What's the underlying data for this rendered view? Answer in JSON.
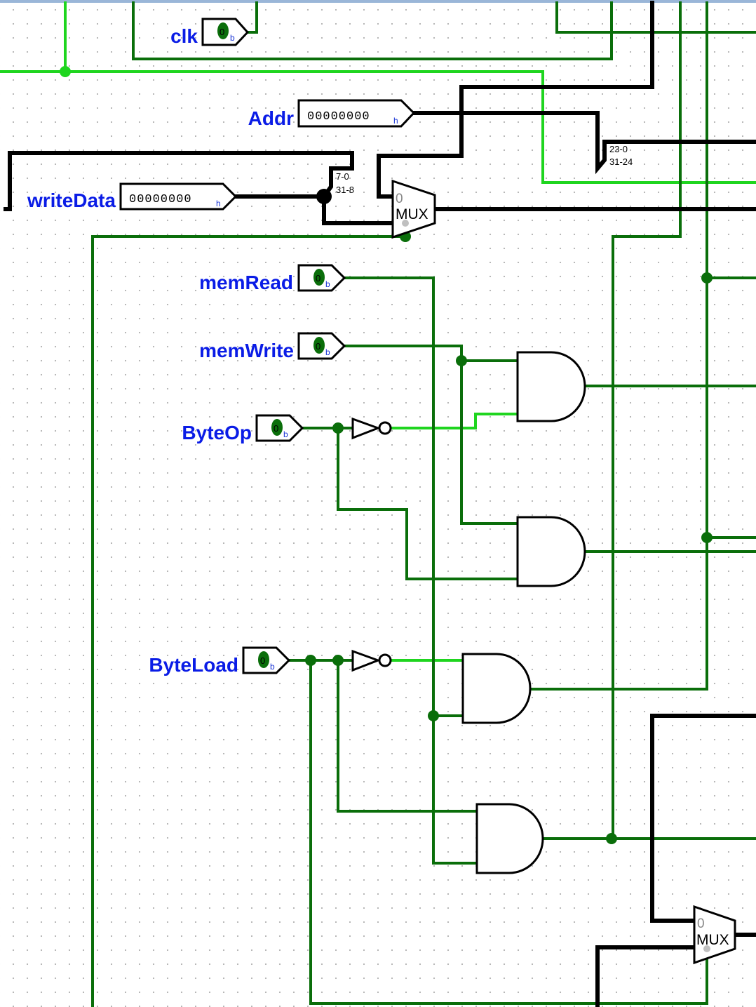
{
  "inputs": {
    "clk": {
      "label": "clk",
      "value": "0",
      "radix": "b"
    },
    "addr": {
      "label": "Addr",
      "value": "00000000",
      "radix": "h"
    },
    "write_data": {
      "label": "writeData",
      "value": "00000000",
      "radix": "h"
    },
    "mem_read": {
      "label": "memRead",
      "value": "0",
      "radix": "b"
    },
    "mem_write": {
      "label": "memWrite",
      "value": "0",
      "radix": "b"
    },
    "byte_op": {
      "label": "ByteOp",
      "value": "0",
      "radix": "b"
    },
    "byte_load": {
      "label": "ByteLoad",
      "value": "0",
      "radix": "b"
    }
  },
  "splitters": {
    "write_data": {
      "low": "7-0",
      "high": "31-8"
    },
    "addr": {
      "low": "23-0",
      "high": "31-24"
    }
  },
  "muxes": {
    "upper": {
      "label": "MUX",
      "select_value": "0"
    },
    "lower": {
      "label": "MUX",
      "select_value": "0"
    }
  },
  "colors": {
    "wire_low": "#0a6e0a",
    "wire_high": "#1fd51f",
    "bus": "#000000",
    "label": "#0a1ce6",
    "radix": "#1a35d6"
  }
}
